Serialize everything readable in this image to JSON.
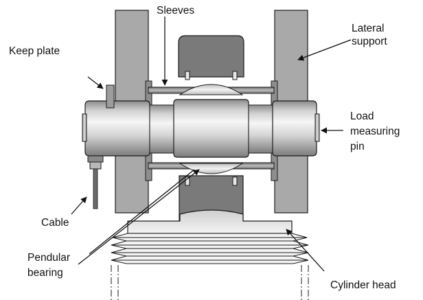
{
  "labels": {
    "sleeves": "Sleeves",
    "keep_plate": "Keep plate",
    "lateral_support": [
      "Lateral",
      "support"
    ],
    "load_measuring_pin": [
      "Load",
      "measuring",
      "pin"
    ],
    "cable": "Cable",
    "pendular_bearing": [
      "Pendular",
      "bearing"
    ],
    "cylinder_head": "Cylinder head"
  },
  "colors": {
    "outline": "#1a1a1a",
    "support": "#a9a9a9",
    "block": "#7a7a7a",
    "metal_light": "#f2f2f2",
    "metal_dark": "#8a8a8a"
  }
}
